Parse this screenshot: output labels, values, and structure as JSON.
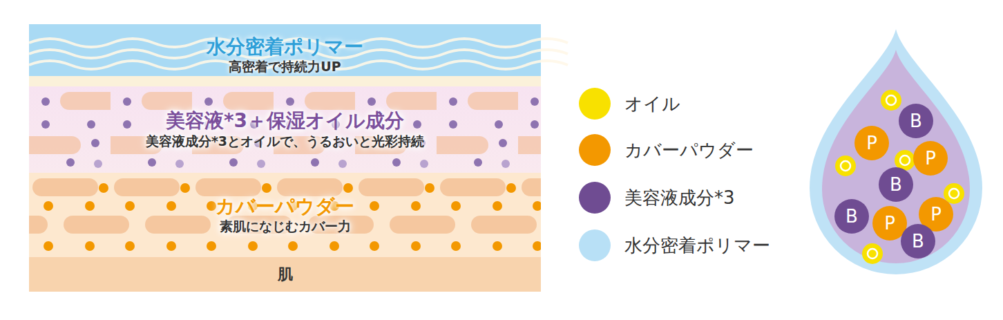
{
  "diagram": {
    "nodes": [
      {
        "text": [
          "水分密着ポリマー",
          "高密着で持続力UP"
        ]
      },
      {
        "text": [
          "美容液*3＋保湿オイル成分",
          "美容液成分*3とオイルで、うるおいと光彩持続"
        ]
      },
      {
        "text": [
          "カバーパウダー",
          "素肌になじむカバー力"
        ]
      },
      {
        "text": [
          "肌"
        ]
      },
      {
        "text": [
          "B"
        ]
      },
      {
        "text": [
          "P"
        ]
      },
      {
        "text": [
          "P"
        ]
      },
      {
        "text": [
          "B"
        ]
      },
      {
        "text": [
          "P"
        ]
      },
      {
        "text": [
          "B"
        ]
      },
      {
        "text": [
          "P"
        ]
      },
      {
        "text": [
          "B"
        ]
      }
    ],
    "legend": [
      {
        "text": "オイル",
        "color": "#f8e100"
      },
      {
        "text": "カバーパウダー",
        "color": "#f39800"
      },
      {
        "text": "美容液成分*3",
        "color": "#6f4c92"
      },
      {
        "text": "水分密着ポリマー",
        "color": "#b8e0f6"
      }
    ]
  }
}
